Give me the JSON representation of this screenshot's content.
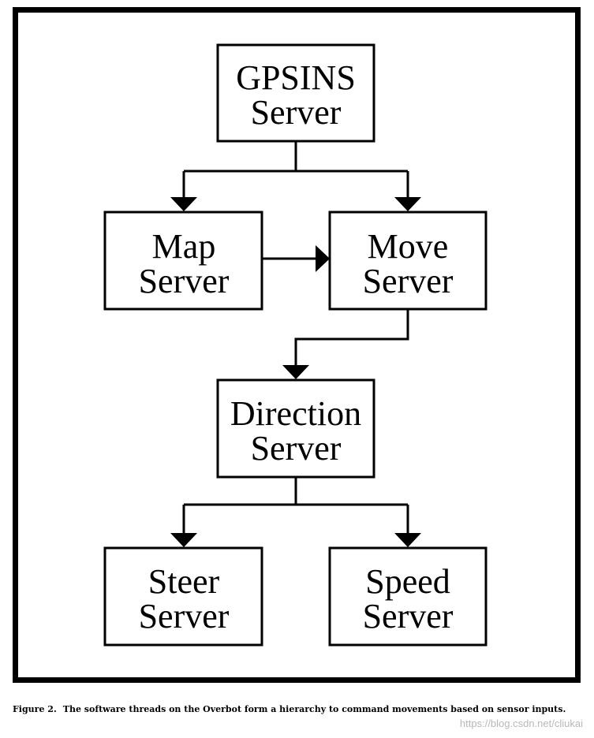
{
  "diagram": {
    "nodes": [
      {
        "id": "gpsins",
        "lines": [
          "GPSINS",
          "Server"
        ]
      },
      {
        "id": "map",
        "lines": [
          "Map",
          "Server"
        ]
      },
      {
        "id": "move",
        "lines": [
          "Move",
          "Server"
        ]
      },
      {
        "id": "direction",
        "lines": [
          "Direction",
          "Server"
        ]
      },
      {
        "id": "steer",
        "lines": [
          "Steer",
          "Server"
        ]
      },
      {
        "id": "speed",
        "lines": [
          "Speed",
          "Server"
        ]
      }
    ],
    "edges": [
      {
        "from": "gpsins",
        "to": "map"
      },
      {
        "from": "gpsins",
        "to": "move"
      },
      {
        "from": "map",
        "to": "move"
      },
      {
        "from": "move",
        "to": "direction"
      },
      {
        "from": "direction",
        "to": "steer"
      },
      {
        "from": "direction",
        "to": "speed"
      }
    ]
  },
  "caption": {
    "label": "Figure 2.",
    "text": "The software threads on the Overbot form a hierarchy to command movements based on sensor inputs."
  },
  "watermark": "https://blog.csdn.net/cliukai"
}
